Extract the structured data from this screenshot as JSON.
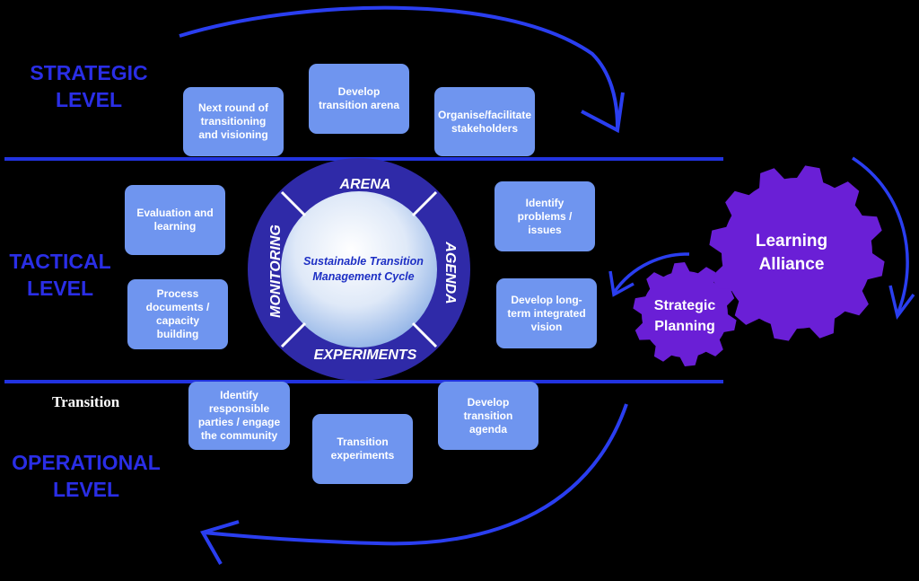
{
  "levels": {
    "strategic": [
      "STRATEGIC",
      "LEVEL"
    ],
    "tactical": [
      "TACTICAL",
      "LEVEL"
    ],
    "operational": [
      "OPERATIONAL",
      "LEVEL"
    ]
  },
  "transition_word": "Transition",
  "cycle": {
    "center": [
      "Sustainable Transition",
      "Management Cycle"
    ],
    "arena": "ARENA",
    "agenda": "AGENDA",
    "experiments": "EXPERIMENTS",
    "monitoring": "MONITORING"
  },
  "boxes": {
    "next_round": [
      "Next round of",
      "transitioning",
      "and visioning"
    ],
    "develop_arena": [
      "Develop",
      "transition arena"
    ],
    "organise": [
      "Organise/facilitate",
      "stakeholders"
    ],
    "evaluation": [
      "Evaluation and",
      "learning"
    ],
    "process_docs": [
      "Process",
      "documents /",
      "capacity",
      "building"
    ],
    "identify_problems": [
      "Identify",
      "problems /",
      "issues"
    ],
    "long_term_vision": [
      "Develop long-",
      "term integrated",
      "vision"
    ],
    "responsible_parties": [
      "Identify",
      "responsible",
      "parties / engage",
      "the community"
    ],
    "transition_experiments": [
      "Transition",
      "experiments"
    ],
    "transition_agenda": [
      "Develop",
      "transition",
      "agenda"
    ]
  },
  "gears": {
    "learning_alliance": [
      "Learning",
      "Alliance"
    ],
    "strategic_planning": [
      "Strategic",
      "Planning"
    ]
  },
  "colors": {
    "level_text": "#2a2ee6",
    "box_fill": "#6f95ef",
    "line_blue": "#2233e0",
    "ring_outer": "#2f2aa8",
    "gear_fill": "#6a1fd6"
  }
}
